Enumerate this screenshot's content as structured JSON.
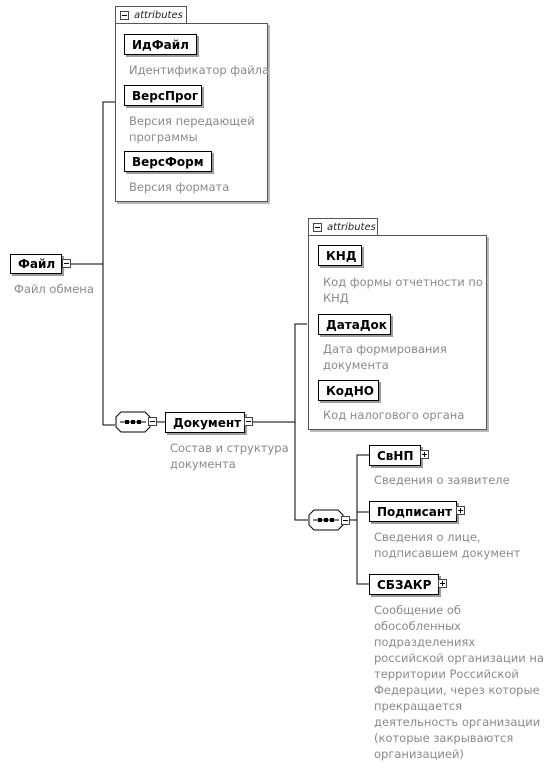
{
  "root": {
    "name": "Файл",
    "doc": "Файл обмена"
  },
  "root_attributes": {
    "tab_label": "attributes",
    "items": [
      {
        "name": "ИдФайл",
        "doc": "Идентификатор файла"
      },
      {
        "name": "ВерсПрог",
        "doc": "Версия передающей\nпрограммы"
      },
      {
        "name": "ВерсФорм",
        "doc": "Версия формата"
      }
    ]
  },
  "document": {
    "name": "Документ",
    "doc": "Состав и структура\nдокумента"
  },
  "document_attributes": {
    "tab_label": "attributes",
    "items": [
      {
        "name": "КНД",
        "doc": "Код формы отчетности по\nКНД"
      },
      {
        "name": "ДатаДок",
        "doc": "Дата формирования\nдокумента"
      },
      {
        "name": "КодНО",
        "doc": "Код налогового органа"
      }
    ]
  },
  "children": [
    {
      "name": "СвНП",
      "doc": "Сведения о заявителе"
    },
    {
      "name": "Подписант",
      "doc": "Сведения о лице,\nподписавшем документ"
    },
    {
      "name": "СБЗАКР",
      "doc": "Сообщение об\nобособленных\nподразделениях\nроссийской организации на\nтерритории Российской\nФедерации, через которые\nпрекращается\nдеятельность организации\n(которые закрываются\nорганизацией)"
    }
  ],
  "icons": {
    "collapse": "minus-toggle-icon",
    "expand": "plus-toggle-icon",
    "sequence": "sequence-compositor-icon"
  }
}
